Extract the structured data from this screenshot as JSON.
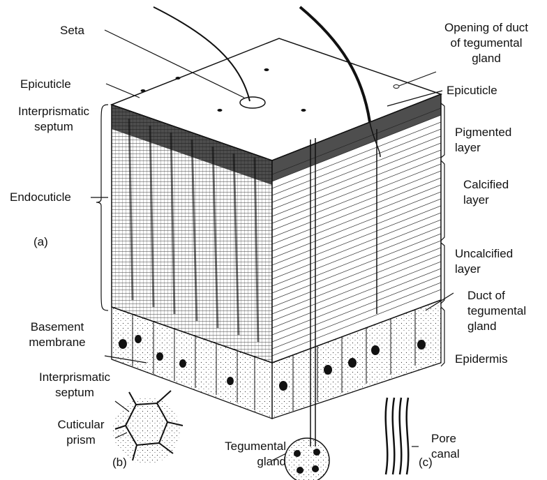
{
  "labels": {
    "seta": "Seta",
    "opening_duct_1": "Opening of duct",
    "opening_duct_2": "of tegumental",
    "opening_duct_3": "gland",
    "epicuticle_left": "Epicuticle",
    "epicuticle_right": "Epicuticle",
    "interprismatic_septum_1": "Interprismatic",
    "interprismatic_septum_2": "septum",
    "pigmented_1": "Pigmented",
    "pigmented_2": "layer",
    "endocuticle": "Endocuticle",
    "calcified_1": "Calcified",
    "calcified_2": "layer",
    "panel_a": "(a)",
    "uncalcified_1": "Uncalcified",
    "uncalcified_2": "layer",
    "duct_1": "Duct of",
    "duct_2": "tegumental",
    "duct_3": "gland",
    "basement_1": "Basement",
    "basement_2": "membrane",
    "epidermis": "Epidermis",
    "septum_b_1": "Interprismatic",
    "septum_b_2": "septum",
    "prism_1": "Cuticular",
    "prism_2": "prism",
    "panel_b": "(b)",
    "teg_gland_1": "Tegumental",
    "teg_gland_2": "gland",
    "pore_1": "Pore",
    "pore_2": "canal",
    "panel_c": "(c)"
  }
}
